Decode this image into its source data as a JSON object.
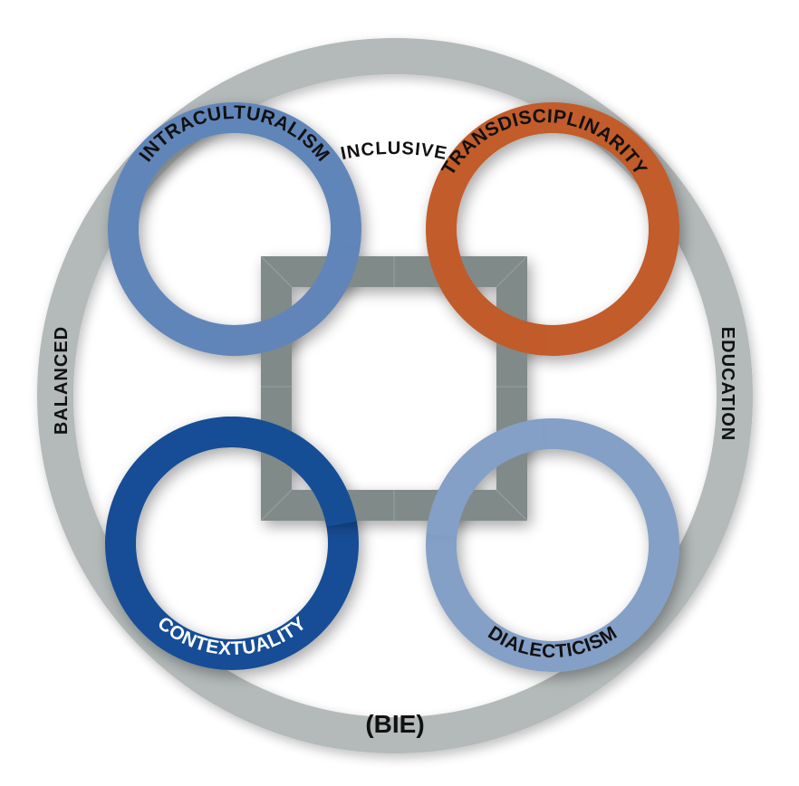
{
  "diagram": {
    "outer_ring": {
      "color": "#B3BAB9",
      "labels": {
        "top": "INCLUSIVE",
        "left": "BALANCED",
        "right": "EDUCATION",
        "bottom": "(BIE)"
      }
    },
    "center_square": {
      "color": "#7F8A89"
    },
    "rings": [
      {
        "id": "intraculturalism",
        "label": "INTRACULTURALISM",
        "color": "#6185B9",
        "text_color": "#111111",
        "position": "top-left"
      },
      {
        "id": "transdisciplinarity",
        "label": "TRANSDISCIPLINARITY",
        "color": "#C25B2A",
        "text_color": "#111111",
        "position": "top-right"
      },
      {
        "id": "contextuality",
        "label": "CONTEXTUALITY",
        "color": "#164E96",
        "text_color": "#FFFFFF",
        "position": "bottom-left"
      },
      {
        "id": "dialecticism",
        "label": "DIALECTICISM",
        "color": "#84A0C7",
        "text_color": "#111111",
        "position": "bottom-right"
      }
    ]
  }
}
